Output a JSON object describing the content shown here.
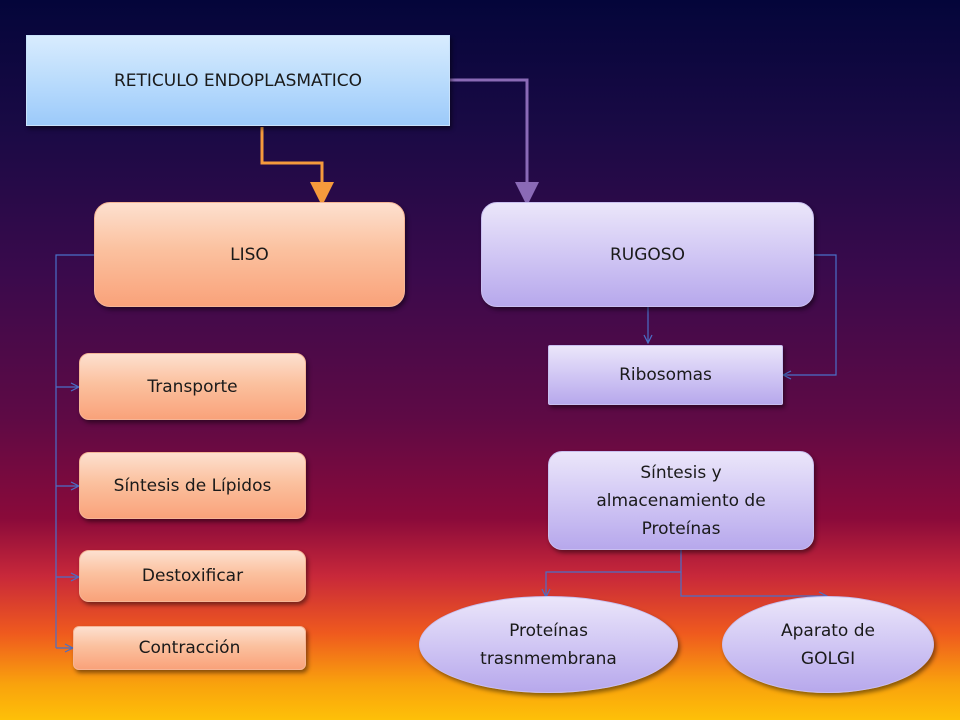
{
  "diagram": {
    "root": "RETICULO ENDOPLASMATICO",
    "liso": {
      "title": "LISO",
      "items": [
        "Transporte",
        "Síntesis de Lípidos",
        "Destoxificar",
        "Contracción"
      ]
    },
    "rugoso": {
      "title": "RUGOSO",
      "ribosomas": "Ribosomas",
      "sintesis": "Síntesis y almacenamiento de Proteínas",
      "children": [
        "Proteínas trasnmembrana",
        "Aparato de GOLGI"
      ]
    }
  },
  "colors": {
    "orange_arrow": "#f59a3c",
    "purple_arrow": "#8a6ab6",
    "blue_connector": "#4a6fc8"
  }
}
